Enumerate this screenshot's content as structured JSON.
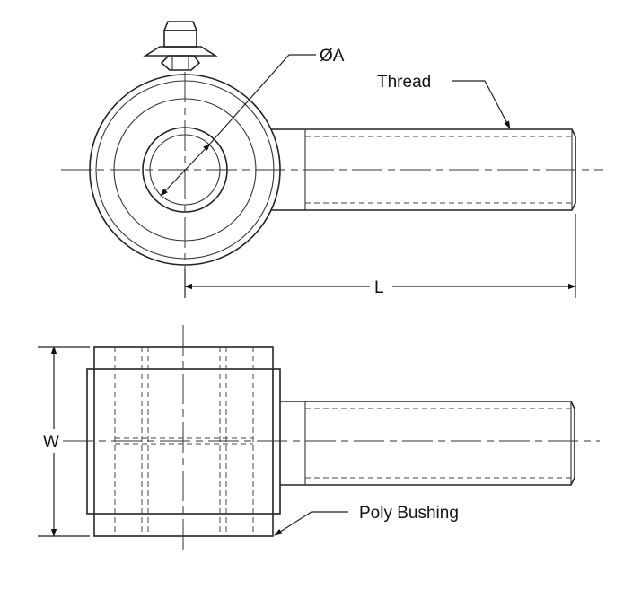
{
  "labels": {
    "diameter": "ØA",
    "thread": "Thread",
    "length": "L",
    "width": "W",
    "bushing": "Poly Bushing"
  }
}
